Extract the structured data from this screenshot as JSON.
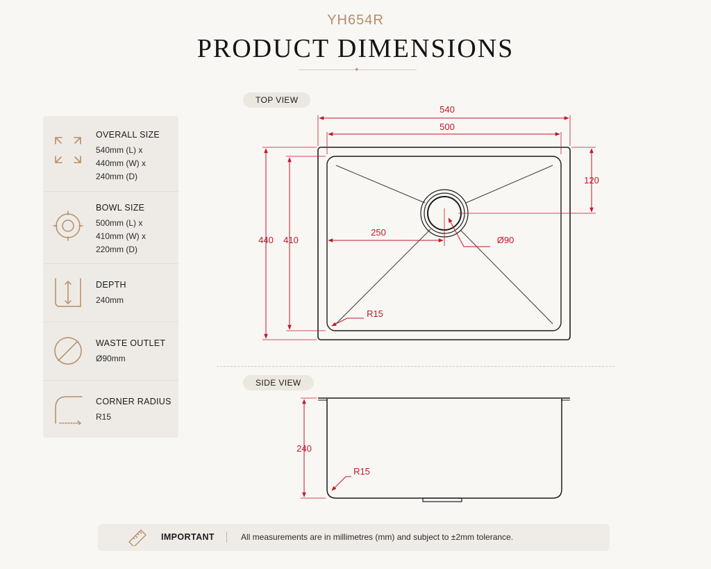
{
  "header": {
    "model": "YH654R",
    "title": "PRODUCT DIMENSIONS"
  },
  "specs": [
    {
      "icon": "expand-arrows-icon",
      "label": "OVERALL SIZE",
      "lines": [
        "540mm (L) x",
        "440mm (W) x",
        "240mm (D)"
      ]
    },
    {
      "icon": "bowl-circle-icon",
      "label": "BOWL SIZE",
      "lines": [
        "500mm (L) x",
        "410mm (W) x",
        "220mm (D)"
      ]
    },
    {
      "icon": "depth-gauge-icon",
      "label": "DEPTH",
      "lines": [
        "240mm"
      ]
    },
    {
      "icon": "waste-outlet-icon",
      "label": "WASTE OUTLET",
      "lines": [
        "Ø90mm"
      ]
    },
    {
      "icon": "corner-radius-icon",
      "label": "CORNER RADIUS",
      "lines": [
        "R15"
      ]
    }
  ],
  "top_view": {
    "label": "TOP VIEW",
    "dims": {
      "overall_length": "540",
      "bowl_length": "500",
      "overall_width": "440",
      "bowl_width": "410",
      "outlet_offset_long": "250",
      "outlet_offset_short": "120",
      "outlet_diameter": "Ø90",
      "corner_radius": "R15"
    }
  },
  "side_view": {
    "label": "SIDE VIEW",
    "dims": {
      "depth": "240",
      "corner_radius": "R15"
    }
  },
  "note": {
    "icon": "ruler-icon",
    "label": "IMPORTANT",
    "text": "All measurements are in millimetres (mm) and subject to ±2mm tolerance."
  },
  "colors": {
    "accent": "#b58d67",
    "dimension": "#c4162a",
    "panel": "#eeebe6",
    "background": "#f8f7f4"
  }
}
